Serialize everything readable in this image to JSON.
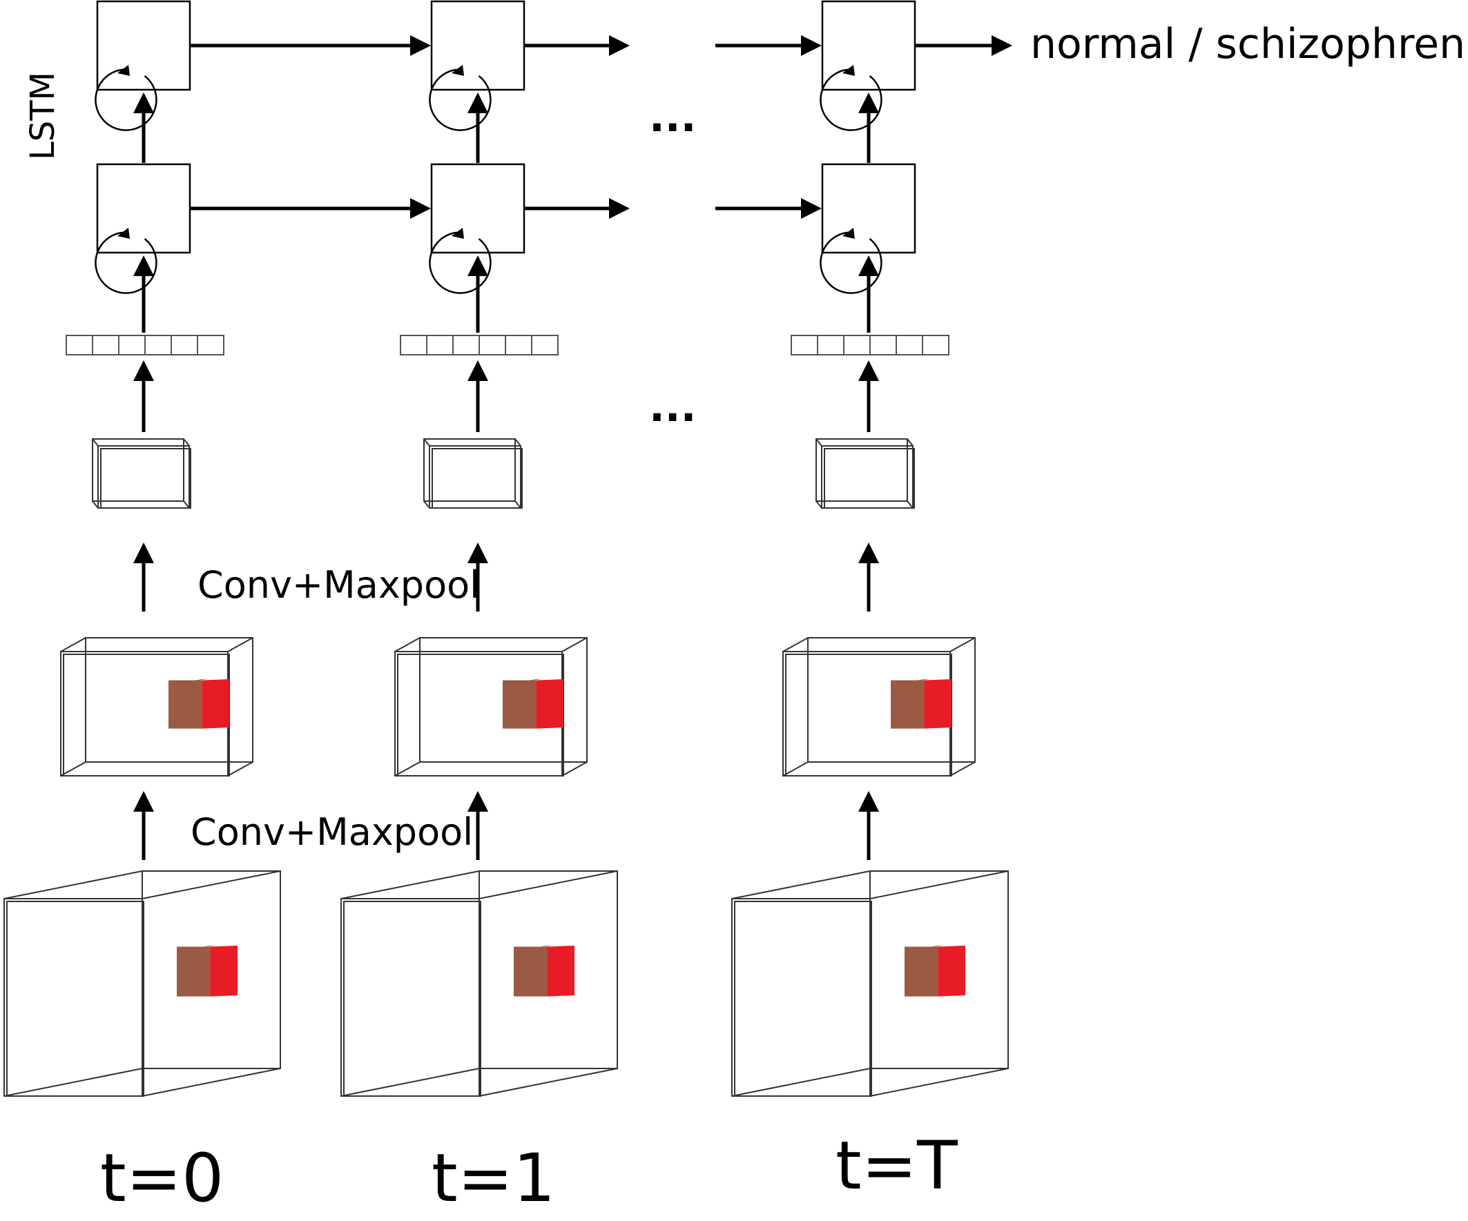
{
  "diagram": {
    "lstm_label": "LSTM",
    "output_label": "normal / schizophrenic",
    "conv_label_upper": "Conv+Maxpool",
    "conv_label_lower": "Conv+Maxpool",
    "ellipsis": "...",
    "timesteps": [
      {
        "label": "t=0"
      },
      {
        "label": "t=1"
      },
      {
        "label": "t=T"
      }
    ],
    "colors": {
      "line": "#000000",
      "cube_front": "#9b5a43",
      "cube_side": "#e81c24",
      "cube_top": "#b56a4e"
    },
    "icons": {
      "lstm_cell": "recurrent-loop-icon",
      "feature_vector": "feature-vector-cells",
      "volume": "3d-volume-wireframe"
    }
  }
}
